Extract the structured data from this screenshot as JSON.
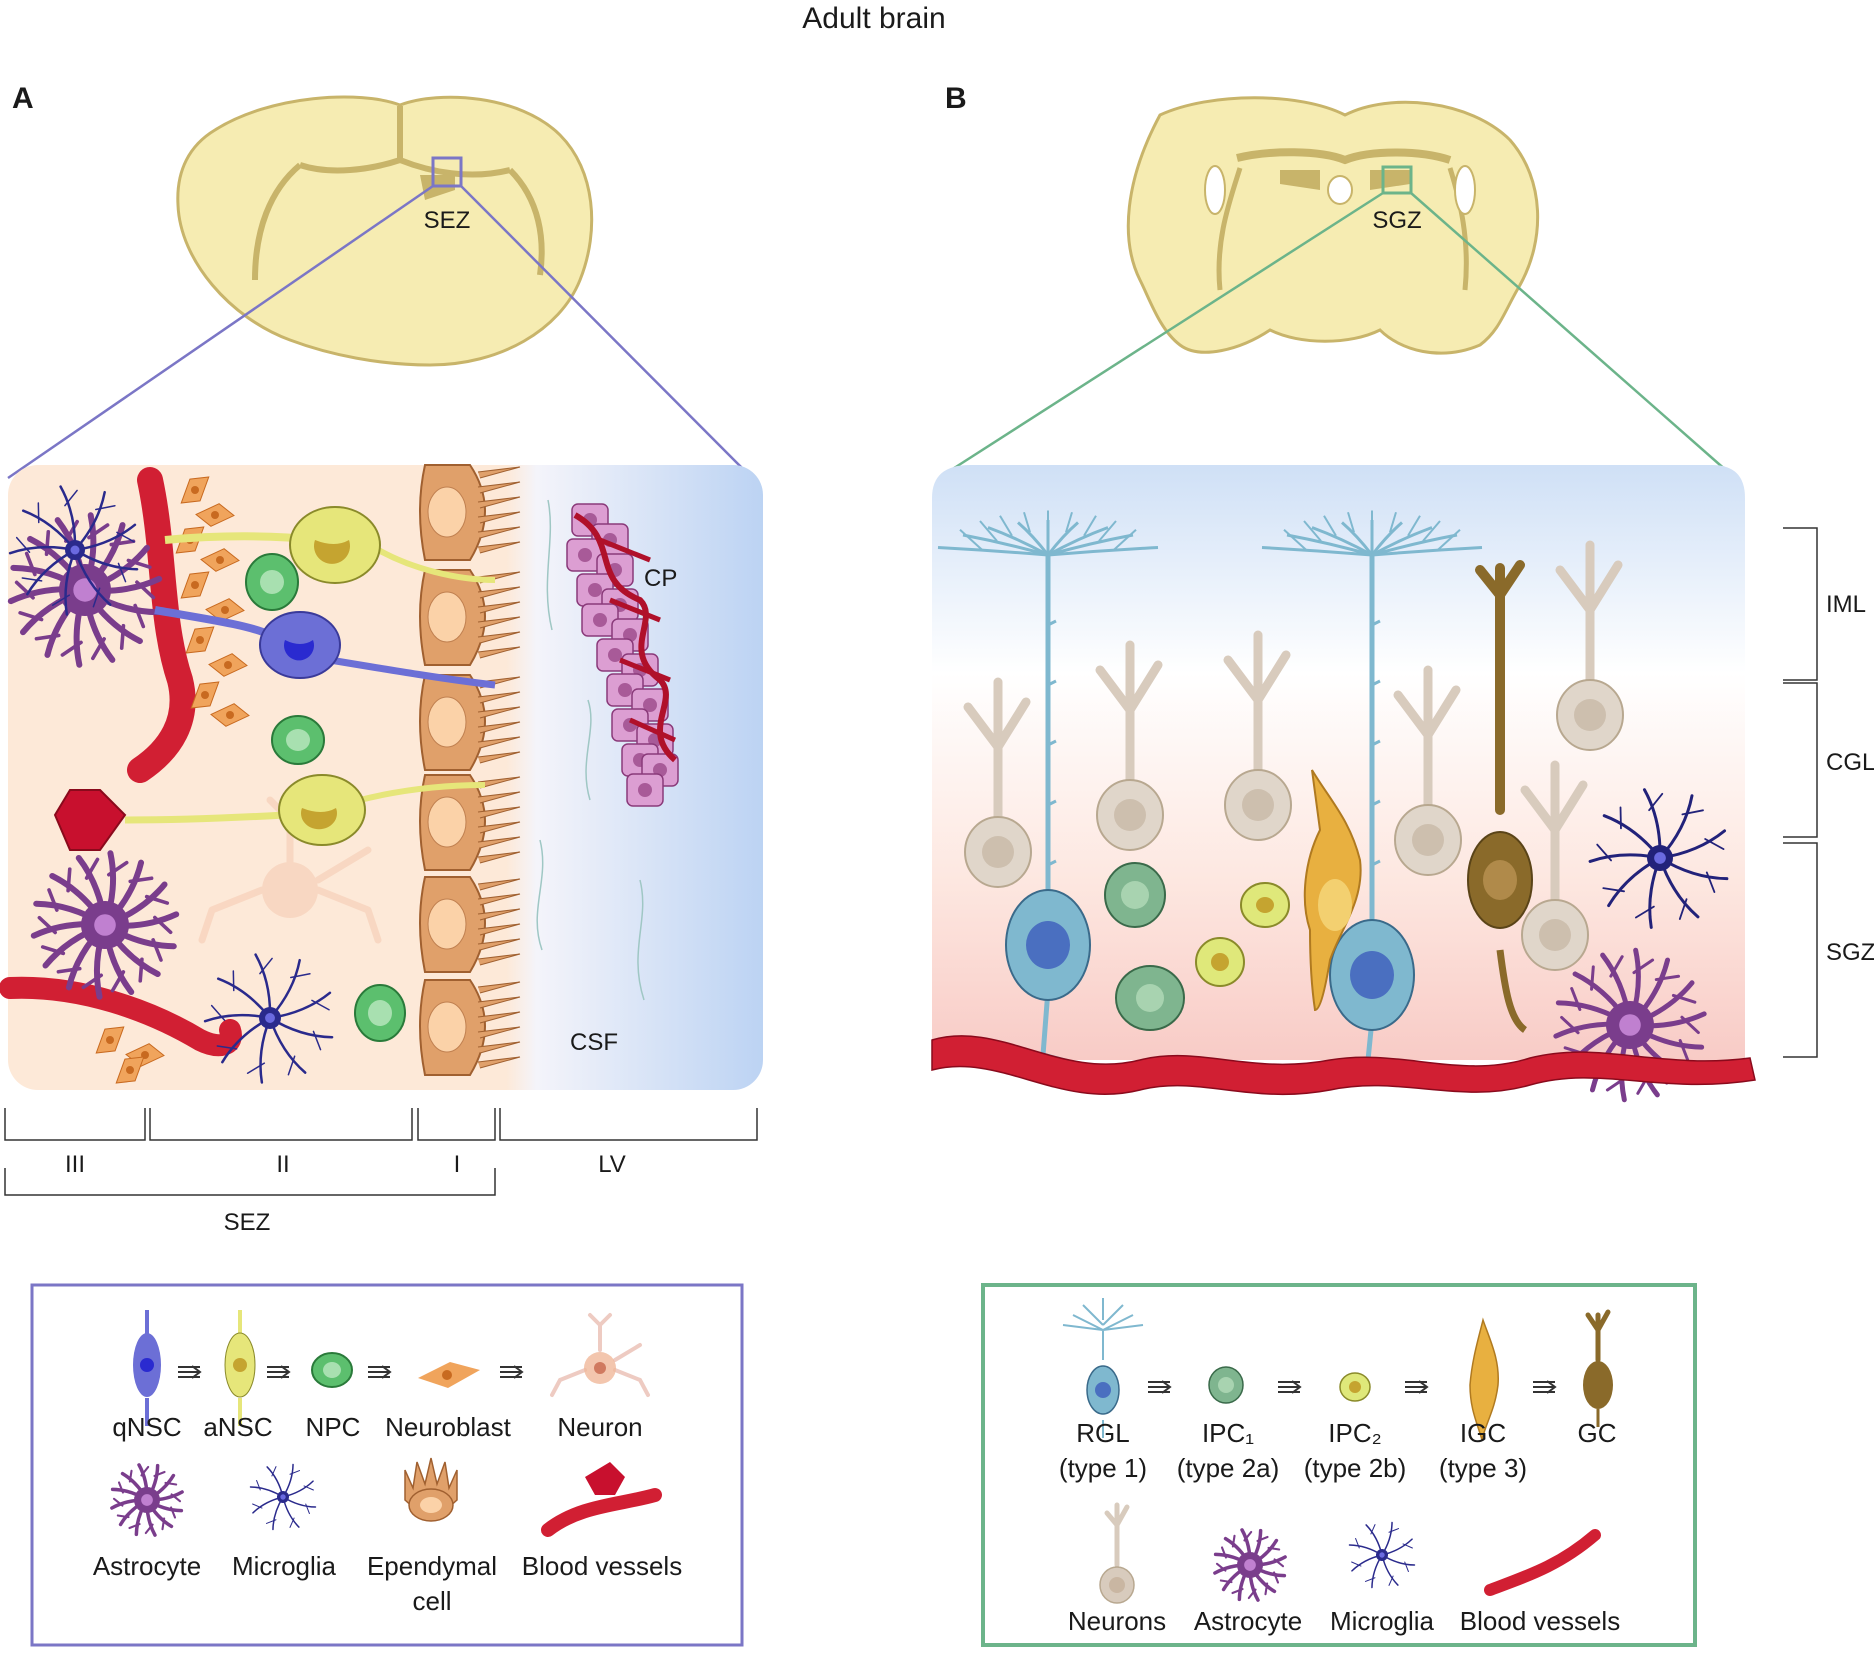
{
  "title": "Adult brain",
  "panel_a": {
    "letter": "A",
    "region_label": "SEZ",
    "labels": {
      "cp": "CP",
      "csf": "CSF"
    },
    "layers": [
      "III",
      "II",
      "I",
      "LV"
    ],
    "zone_label": "SEZ",
    "legend": {
      "lineage": [
        "qNSC",
        "aNSC",
        "NPC",
        "Neuroblast",
        "Neuron"
      ],
      "others": [
        "Astrocyte",
        "Microglia",
        "Ependymal",
        "cell",
        "Blood vessels"
      ]
    }
  },
  "panel_b": {
    "letter": "B",
    "region_label": "SGZ",
    "layers": [
      "IML",
      "CGL",
      "SGZ"
    ],
    "legend": {
      "lineage": [
        {
          "name": "RGL",
          "type": "(type 1)"
        },
        {
          "name": "IPC₁",
          "type": "(type 2a)"
        },
        {
          "name": "IPC₂",
          "type": "(type 2b)"
        },
        {
          "name": "IGC",
          "type": "(type 3)"
        },
        {
          "name": "GC",
          "type": ""
        }
      ],
      "others": [
        "Neurons",
        "Astrocyte",
        "Microglia",
        "Blood vessels"
      ]
    }
  },
  "colors": {
    "brain_fill": "#f6ecb2",
    "brain_line": "#c8b46a",
    "panel_a_frame": "#7b76c6",
    "panel_b_frame": "#6cb48a",
    "qnsc": "#6c6fd6",
    "ansc": "#e6e67a",
    "npc": "#5cbf6e",
    "neuroblast": "#f0a45c",
    "ependymal": "#e0a06a",
    "blood_vessel": "#d11f33",
    "astrocyte": "#7a3d8c",
    "microglia": "#2a2a8c",
    "rgl": "#7fb8cf",
    "gc": "#8a6a2a",
    "igc": "#e8b040"
  }
}
